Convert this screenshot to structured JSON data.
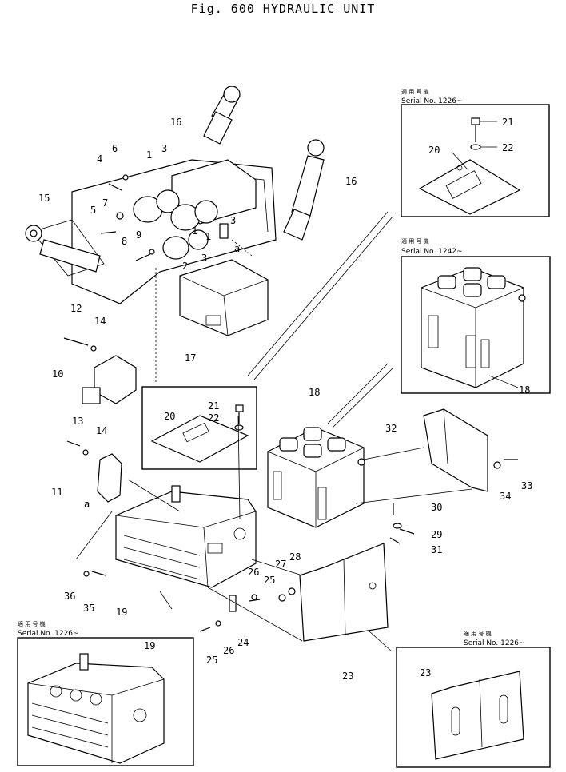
{
  "title": "Fig. 600   HYDRAULIC UNIT",
  "inset_boxes": [
    {
      "id": "box-top-right",
      "jp": "適 用 号 機",
      "serial": "Serial No. 1226~"
    },
    {
      "id": "box-mid-right",
      "jp": "適 用 号 機",
      "serial": "Serial No. 1242~"
    },
    {
      "id": "box-bottom-left",
      "jp": "適 用 号 機",
      "serial": "Serial No. 1226~"
    },
    {
      "id": "box-bottom-right",
      "jp": "適 用 号 機",
      "serial": "Serial No. 1226~"
    }
  ],
  "callouts": [
    "1",
    "2",
    "3",
    "4",
    "5",
    "6",
    "7",
    "8",
    "9",
    "10",
    "11",
    "12",
    "13",
    "14",
    "15",
    "16",
    "17",
    "18",
    "19",
    "20",
    "21",
    "22",
    "23",
    "24",
    "25",
    "26",
    "27",
    "28",
    "29",
    "30",
    "31",
    "32",
    "33",
    "34",
    "35",
    "36",
    "a"
  ]
}
